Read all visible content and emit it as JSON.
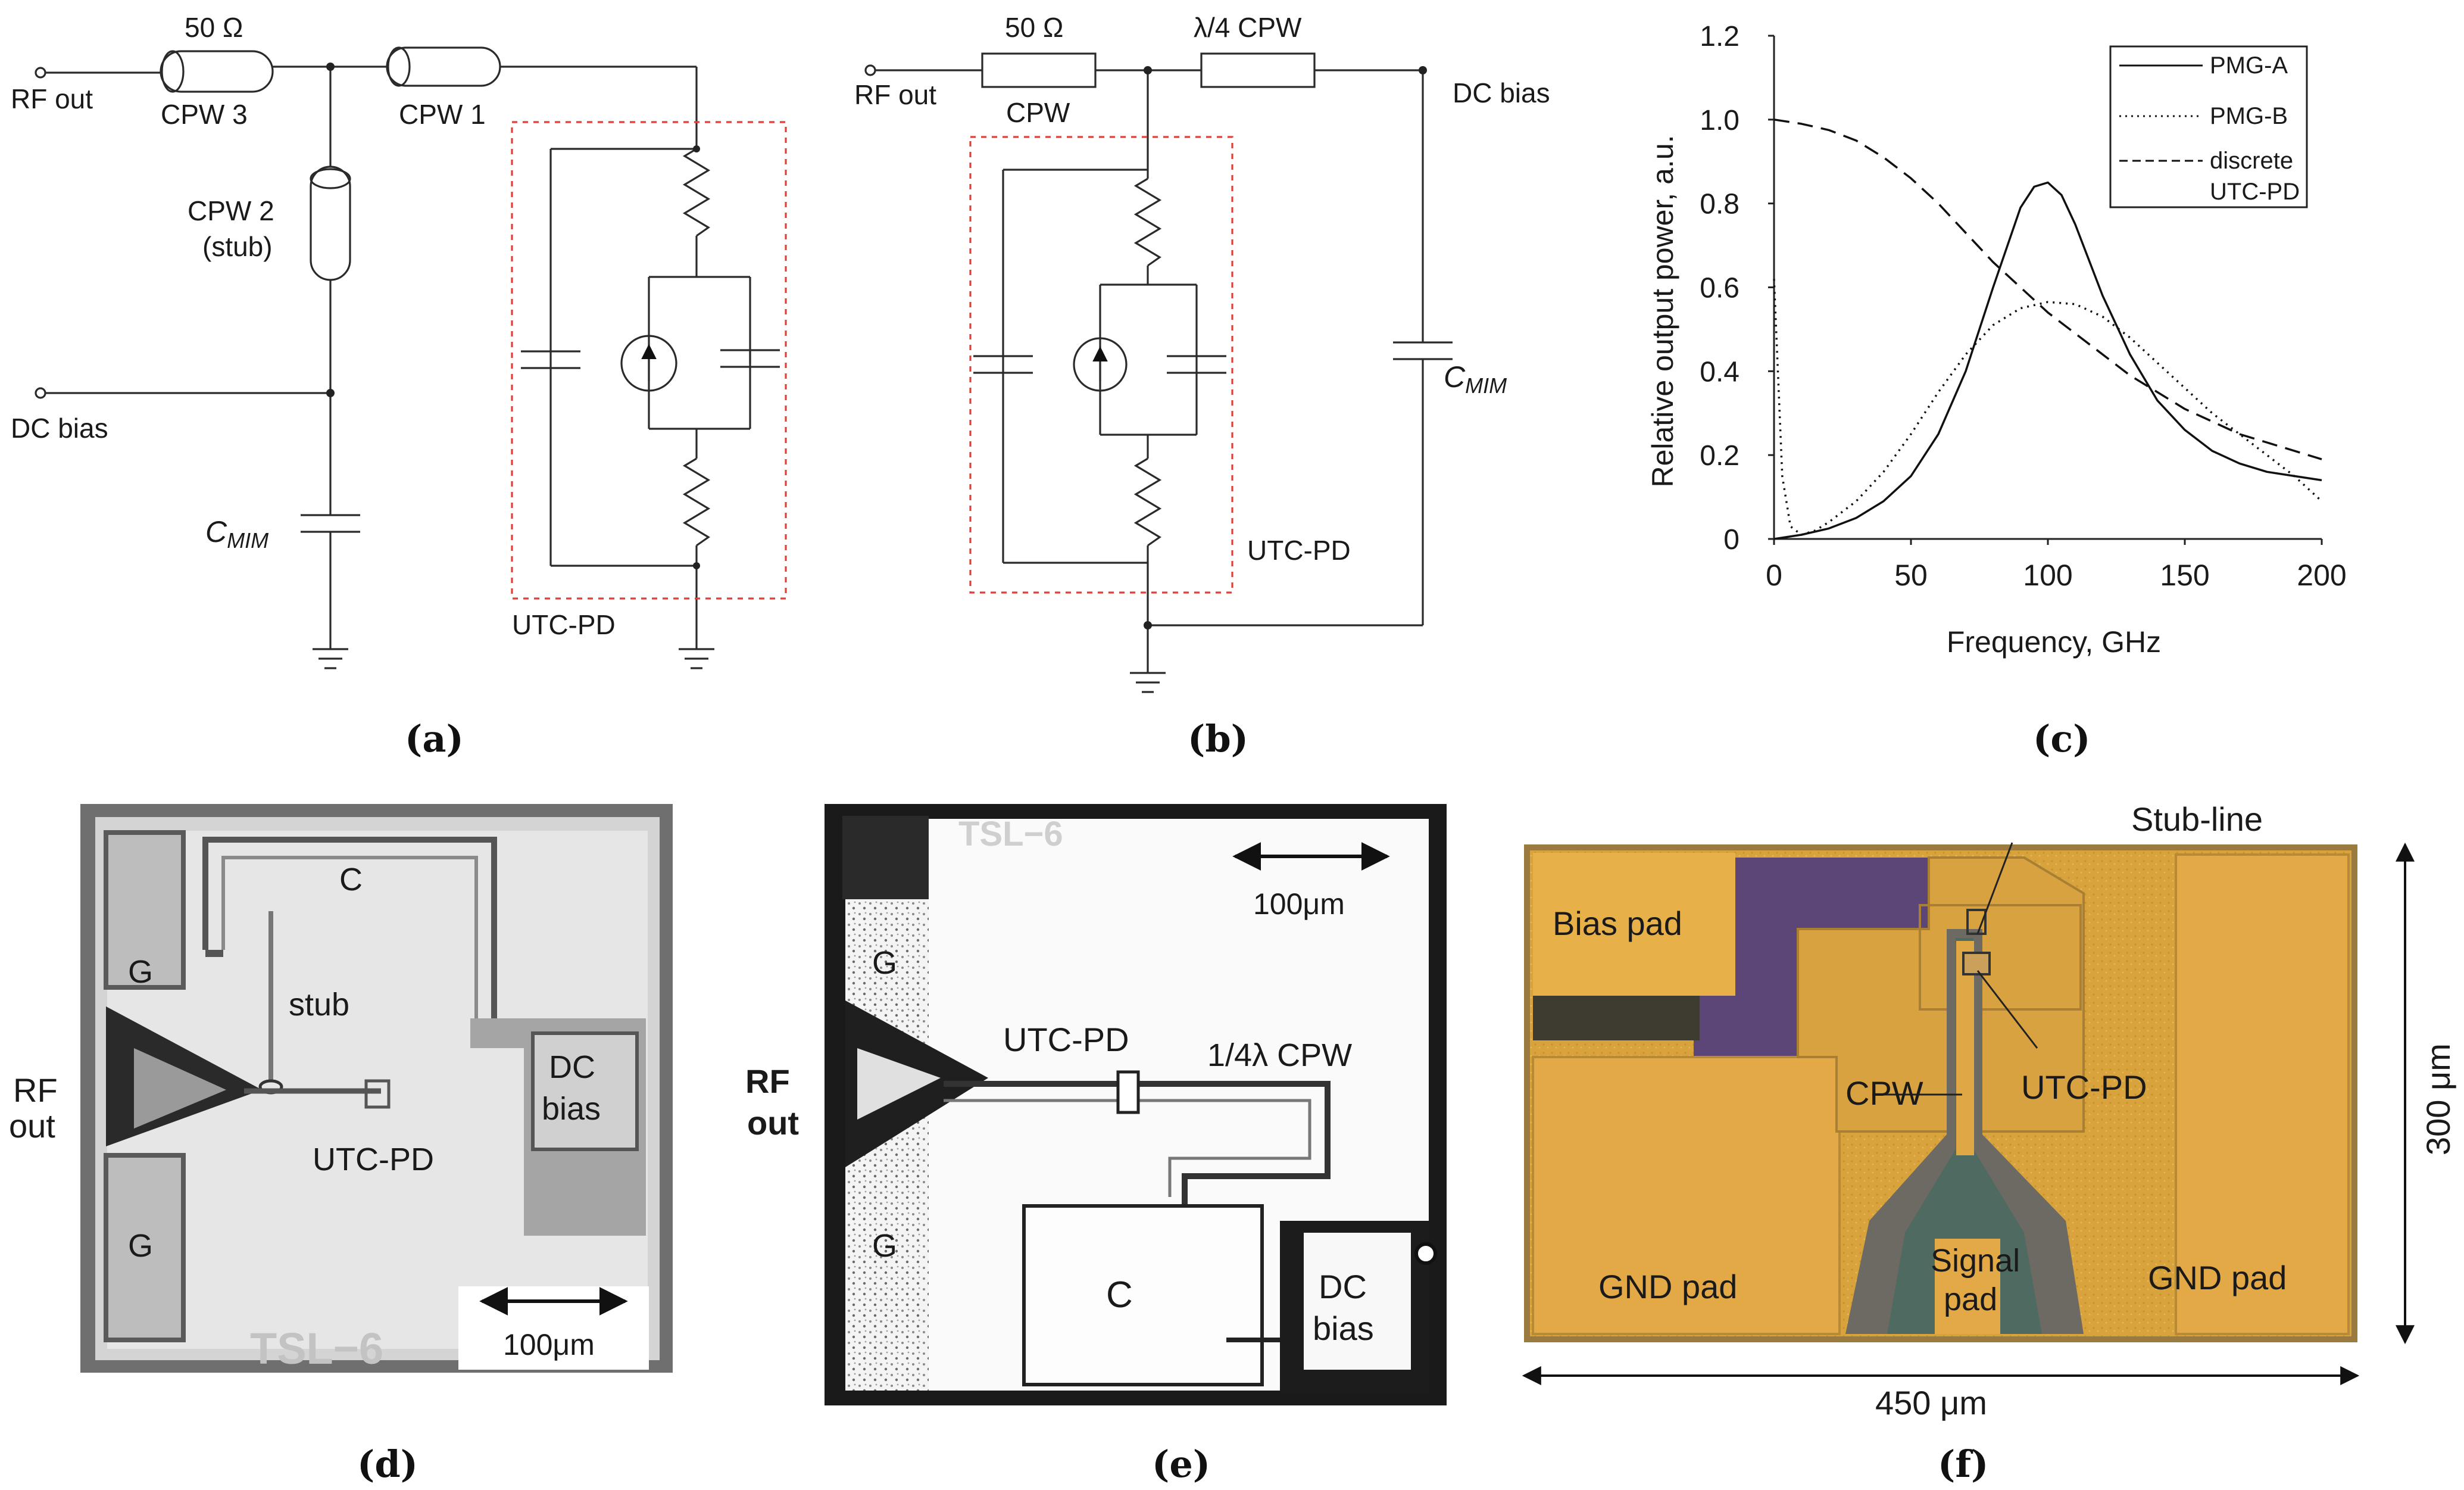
{
  "panel_labels": {
    "a": "(a)",
    "b": "(b)",
    "c": "(c)",
    "d": "(d)",
    "e": "(e)",
    "f": "(f)"
  },
  "circuit_a": {
    "rf_out": "RF out",
    "cpw3_impedance": "50 Ω",
    "cpw3": "CPW 3",
    "cpw1": "CPW 1",
    "cpw2_line1": "CPW 2",
    "cpw2_line2": "(stub)",
    "dc_bias": "DC bias",
    "cmim_base": "C",
    "cmim_sub": "MIM",
    "utc_pd": "UTC-PD"
  },
  "circuit_b": {
    "rf_out": "RF out",
    "impedance": "50 Ω",
    "cpw": "CPW",
    "quarter_cpw": "λ/4 CPW",
    "dc_bias": "DC bias",
    "cmim_base": "C",
    "cmim_sub": "MIM",
    "utc_pd": "UTC-PD"
  },
  "chart_data": {
    "type": "line",
    "xlabel": "Frequency, GHz",
    "ylabel": "Relative output power, a.u.",
    "xlim": [
      0,
      200
    ],
    "ylim": [
      0,
      1.2
    ],
    "x_ticks": [
      0,
      50,
      100,
      150,
      200
    ],
    "y_ticks": [
      0,
      0.2,
      0.4,
      0.6,
      0.8,
      1.0,
      1.2
    ],
    "y_tick_labels": [
      "0",
      "0.2",
      "0.4",
      "0.6",
      "0.8",
      "1.0",
      "1.2"
    ],
    "grid": false,
    "legend_position": "top-right",
    "legend_label_discrete_line2": "UTC-PD",
    "series": [
      {
        "name": "PMG-A",
        "style": "solid",
        "x": [
          0,
          10,
          20,
          30,
          40,
          50,
          60,
          70,
          80,
          90,
          95,
          100,
          105,
          110,
          120,
          130,
          140,
          150,
          160,
          170,
          180,
          190,
          200
        ],
        "y": [
          0.0,
          0.01,
          0.025,
          0.05,
          0.09,
          0.15,
          0.25,
          0.4,
          0.6,
          0.79,
          0.84,
          0.85,
          0.82,
          0.75,
          0.58,
          0.44,
          0.33,
          0.26,
          0.21,
          0.18,
          0.16,
          0.15,
          0.14
        ]
      },
      {
        "name": "PMG-B",
        "style": "dotted",
        "x": [
          0,
          3,
          6,
          10,
          15,
          20,
          30,
          40,
          50,
          60,
          70,
          80,
          90,
          100,
          110,
          120,
          130,
          140,
          150,
          160,
          170,
          180,
          190,
          200
        ],
        "y": [
          0.62,
          0.15,
          0.03,
          0.01,
          0.02,
          0.04,
          0.09,
          0.16,
          0.25,
          0.35,
          0.44,
          0.51,
          0.55,
          0.565,
          0.56,
          0.53,
          0.48,
          0.42,
          0.36,
          0.3,
          0.25,
          0.2,
          0.15,
          0.09
        ]
      },
      {
        "name": "discrete",
        "style": "dashed",
        "x": [
          0,
          10,
          20,
          30,
          40,
          50,
          60,
          70,
          80,
          90,
          100,
          110,
          120,
          130,
          140,
          150,
          160,
          170,
          180,
          190,
          200
        ],
        "y": [
          1.0,
          0.99,
          0.975,
          0.95,
          0.91,
          0.86,
          0.8,
          0.73,
          0.66,
          0.6,
          0.54,
          0.49,
          0.44,
          0.39,
          0.35,
          0.31,
          0.28,
          0.25,
          0.23,
          0.21,
          0.19
        ]
      }
    ]
  },
  "photo_d": {
    "g_top": "G",
    "g_bottom": "G",
    "c": "C",
    "stub": "stub",
    "rf_line1": "RF",
    "rf_line2": "out",
    "dc_line1": "DC",
    "dc_line2": "bias",
    "utc_pd": "UTC-PD",
    "scale": "100μm",
    "watermark": "TSL−6"
  },
  "photo_e": {
    "g_top": "G",
    "g_bottom": "G",
    "utc_pd": "UTC-PD",
    "quarter_cpw": "1/4λ CPW",
    "rf_line1": "RF",
    "rf_line2": "out",
    "c": "C",
    "dc_line1": "DC",
    "dc_line2": "bias",
    "scale": "100μm",
    "watermark": "TSL−6"
  },
  "photo_f": {
    "bias_pad": "Bias pad",
    "stub_line": "Stub-line",
    "cpw": "CPW",
    "utc_pd": "UTC-PD",
    "gnd_left": "GND pad",
    "gnd_right": "GND pad",
    "signal_line1": "Signal",
    "signal_line2": "pad",
    "width": "450 μm",
    "height": "300 μm"
  }
}
